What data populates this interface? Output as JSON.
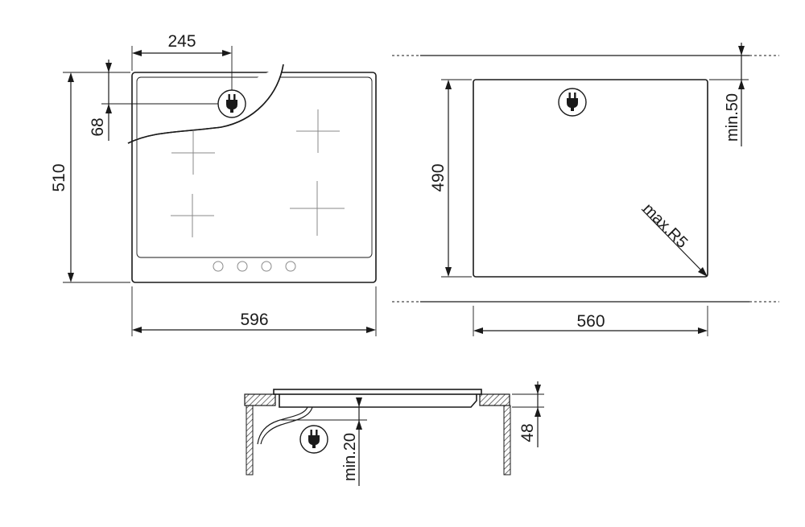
{
  "top_view": {
    "width": "596",
    "height": "510",
    "plug_offset_x": "245",
    "plug_offset_y": "68"
  },
  "cutout": {
    "width": "560",
    "height": "490",
    "clearance_top": "min.50",
    "corner_radius": "max.R5"
  },
  "side_view": {
    "depth": "48",
    "clearance_below": "min.20"
  },
  "icons": [
    "plug-icon"
  ],
  "colors": {
    "line": "#1a1a1a",
    "background": "#ffffff"
  }
}
